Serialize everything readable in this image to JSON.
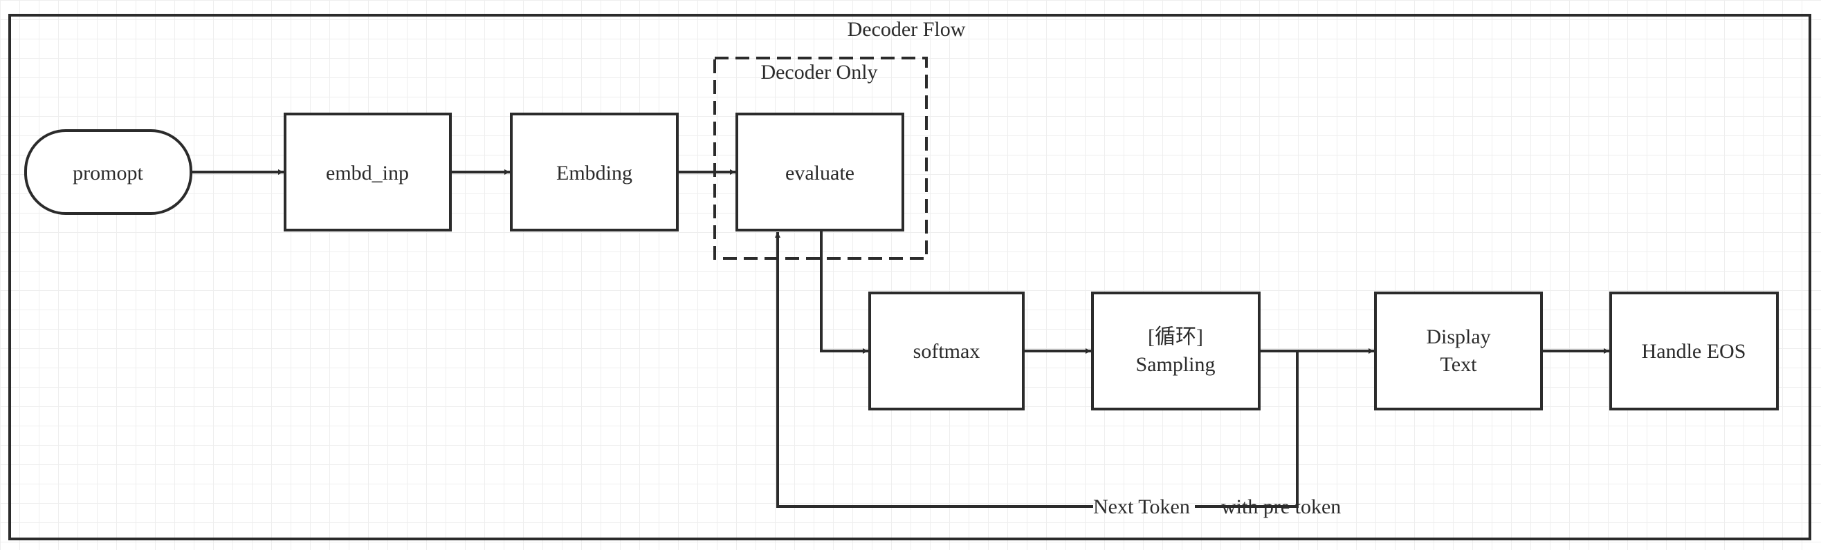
{
  "diagram": {
    "title": "Decoder Flow",
    "group_label": "Decoder Only",
    "nodes": {
      "prompt": "promopt",
      "embd_inp": "embd_inp",
      "embedding": "Embding",
      "evaluate": "evaluate",
      "softmax": "softmax",
      "sampling_line1": "[循环]",
      "sampling_line2": "Sampling",
      "display_line1": "Display",
      "display_line2": "Text",
      "handle_eos": "Handle EOS"
    },
    "edge_labels": {
      "next_token": "Next Token",
      "with_pre_token": "with pre token"
    },
    "colors": {
      "stroke": "#2b2b2b",
      "background": "#ffffff",
      "grid": "#eeeeee"
    }
  }
}
